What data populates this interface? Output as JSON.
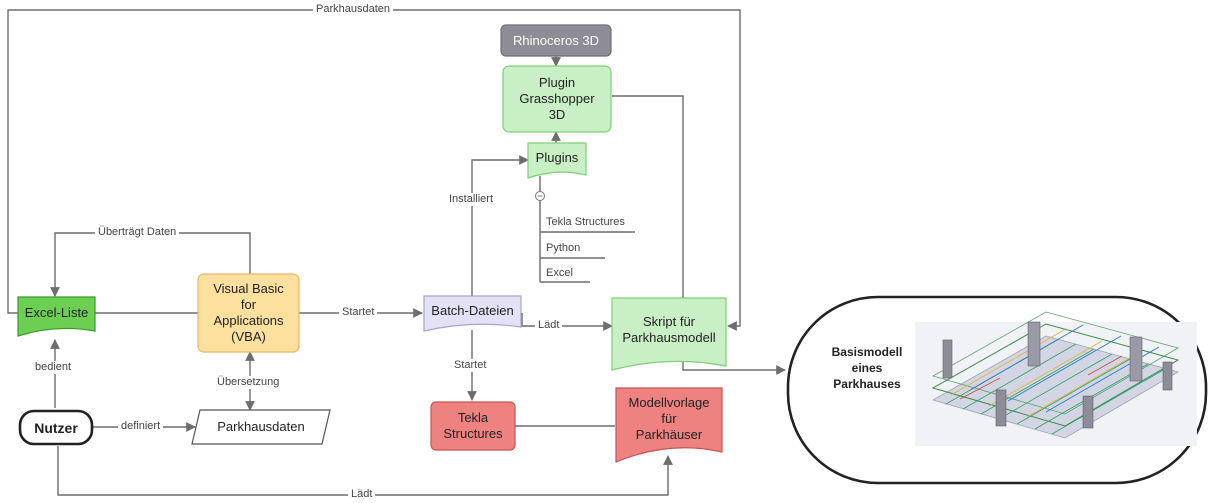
{
  "nodes": {
    "rhinoceros": "Rhinoceros 3D",
    "grasshopper": "Plugin\nGrasshopper\n3D",
    "plugins": "Plugins",
    "excel_liste": "Excel-Liste",
    "vba": "Visual Basic\nfor\nApplications\n(VBA)",
    "batch": "Batch-Dateien",
    "skript": "Skript für\nParkhausmodell",
    "tekla": "Tekla\nStructures",
    "modellvorlage": "Modellvorlage\nfür\nParkhäuser",
    "nutzer": "Nutzer",
    "parkhausdaten": "Parkhausdaten",
    "basismodell": "Basismodell\neines\nParkhauses"
  },
  "plugin_list": [
    "Tekla Structures",
    "Python",
    "Excel"
  ],
  "edge_labels": {
    "top": "Parkhausdaten",
    "uebertraegt": "Überträgt Daten",
    "installiert": "Installiert",
    "startet_vba": "Startet",
    "laedt_skript": "Lädt",
    "startet_tekla": "Startet",
    "bedient": "bedient",
    "uebersetzung": "Übersetzung",
    "definiert": "definiert",
    "laedt_bottom": "Lädt"
  },
  "colors": {
    "gray_fill": "#8e8c95",
    "green_fill": "#c9efc4",
    "green_border": "#7fcf76",
    "excel_fill": "#6ccf52",
    "excel_border": "#3a9a2b",
    "vba_fill": "#fddf9e",
    "vba_border": "#e8b760",
    "batch_fill": "#e3e1f5",
    "batch_border": "#a9a4cf",
    "red_fill": "#ee8281",
    "red_border": "#c85454",
    "line": "#6d6d6d"
  }
}
